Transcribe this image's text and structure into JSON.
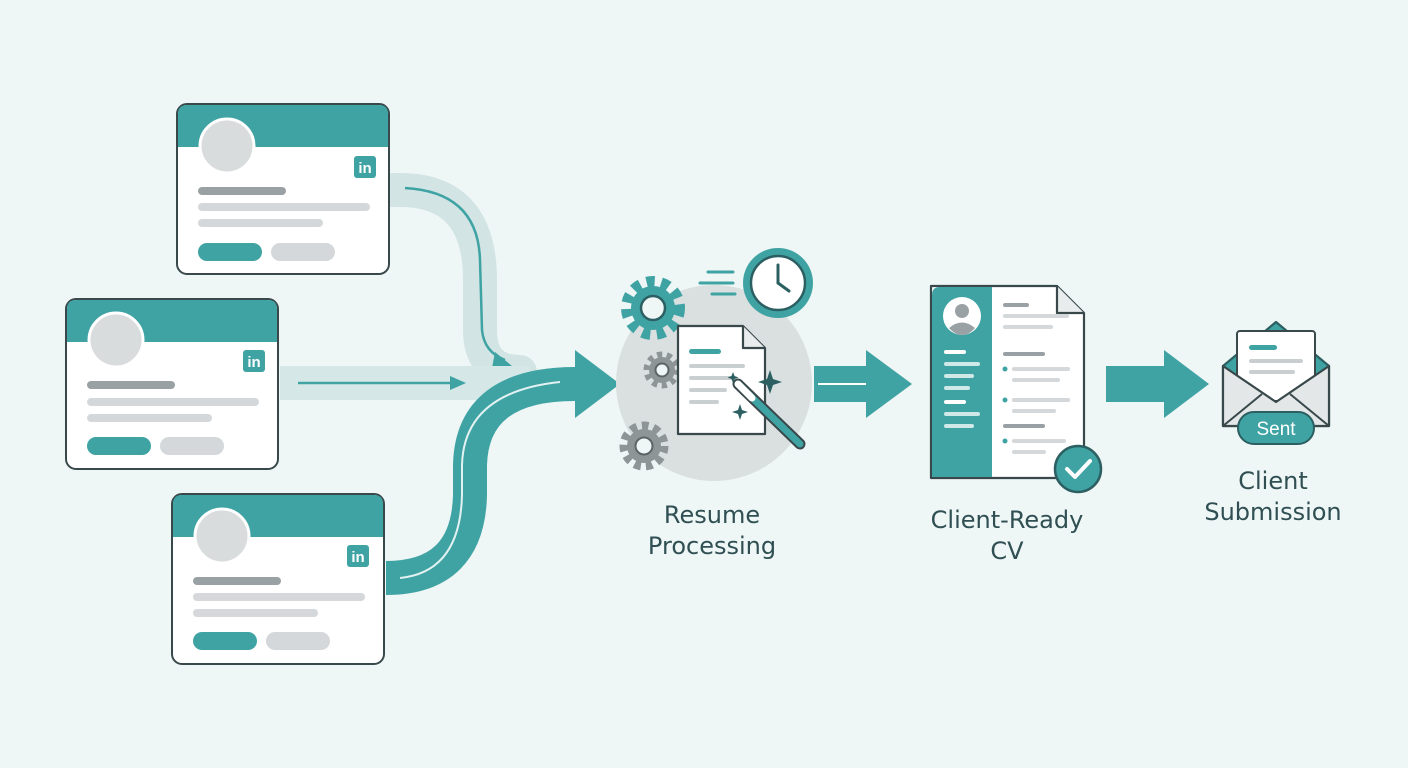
{
  "colors": {
    "teal": "#3fa3a3",
    "teal_dark": "#2c5f62",
    "grey_bar": "#cfd4d6",
    "grey_bar_dark": "#9aa1a4",
    "avatar": "#d9dcdd",
    "card_bg": "#ffffff",
    "card_border": "#39484b",
    "background": "#eef6f6"
  },
  "profiles": [
    {
      "name": "profile-card-1",
      "badge": "in"
    },
    {
      "name": "profile-card-2",
      "badge": "in"
    },
    {
      "name": "profile-card-3",
      "badge": "in"
    }
  ],
  "processing": {
    "icons": [
      "gear-icon",
      "gear-icon",
      "gear-icon",
      "clock-icon",
      "document-icon",
      "magic-wand-icon",
      "sparkle-icon"
    ],
    "label_lines": [
      "Resume",
      "Processing"
    ]
  },
  "cv": {
    "icons": [
      "avatar-icon",
      "checkmark-icon"
    ],
    "label_lines": [
      "Client-Ready",
      "CV"
    ]
  },
  "submission": {
    "icons": [
      "envelope-icon"
    ],
    "badge": "Sent",
    "label_lines": [
      "Client",
      "Submission"
    ]
  }
}
